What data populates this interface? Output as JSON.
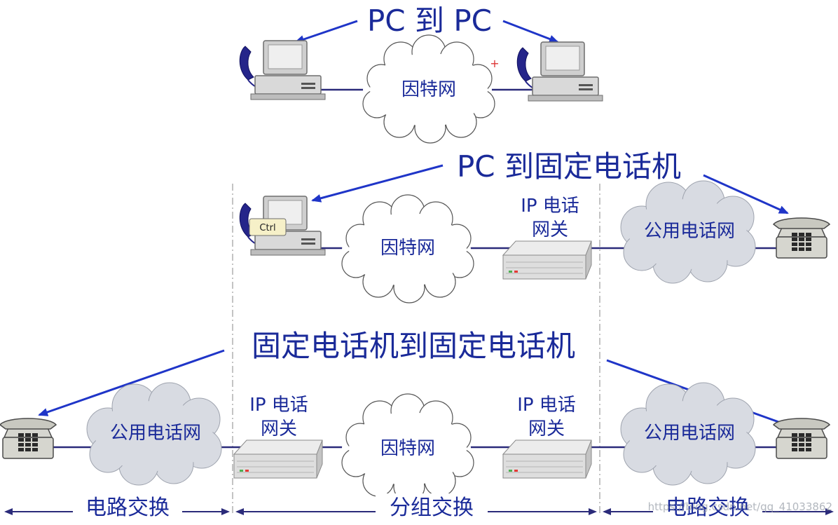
{
  "titles": {
    "pc_to_pc": "PC 到 PC",
    "pc_to_phone": "PC 到固定电话机",
    "phone_to_phone": "固定电话机到固定电话机"
  },
  "clouds": {
    "internet": "因特网",
    "pstn": "公用电话网"
  },
  "gateway": {
    "line1": "IP 电话",
    "line2": "网关"
  },
  "keyboard_key": "Ctrl",
  "bottom_labels": {
    "left": "电路交换",
    "middle": "分组交换",
    "right": "电路交换"
  },
  "watermark": "https://blog.csdn.net/qq_41033862",
  "colors": {
    "arrow_blue": "#1f35c8",
    "line_navy": "#2b2b7a",
    "cloud_fill": "#d8dbe2",
    "text_blue": "#1a2a99"
  }
}
